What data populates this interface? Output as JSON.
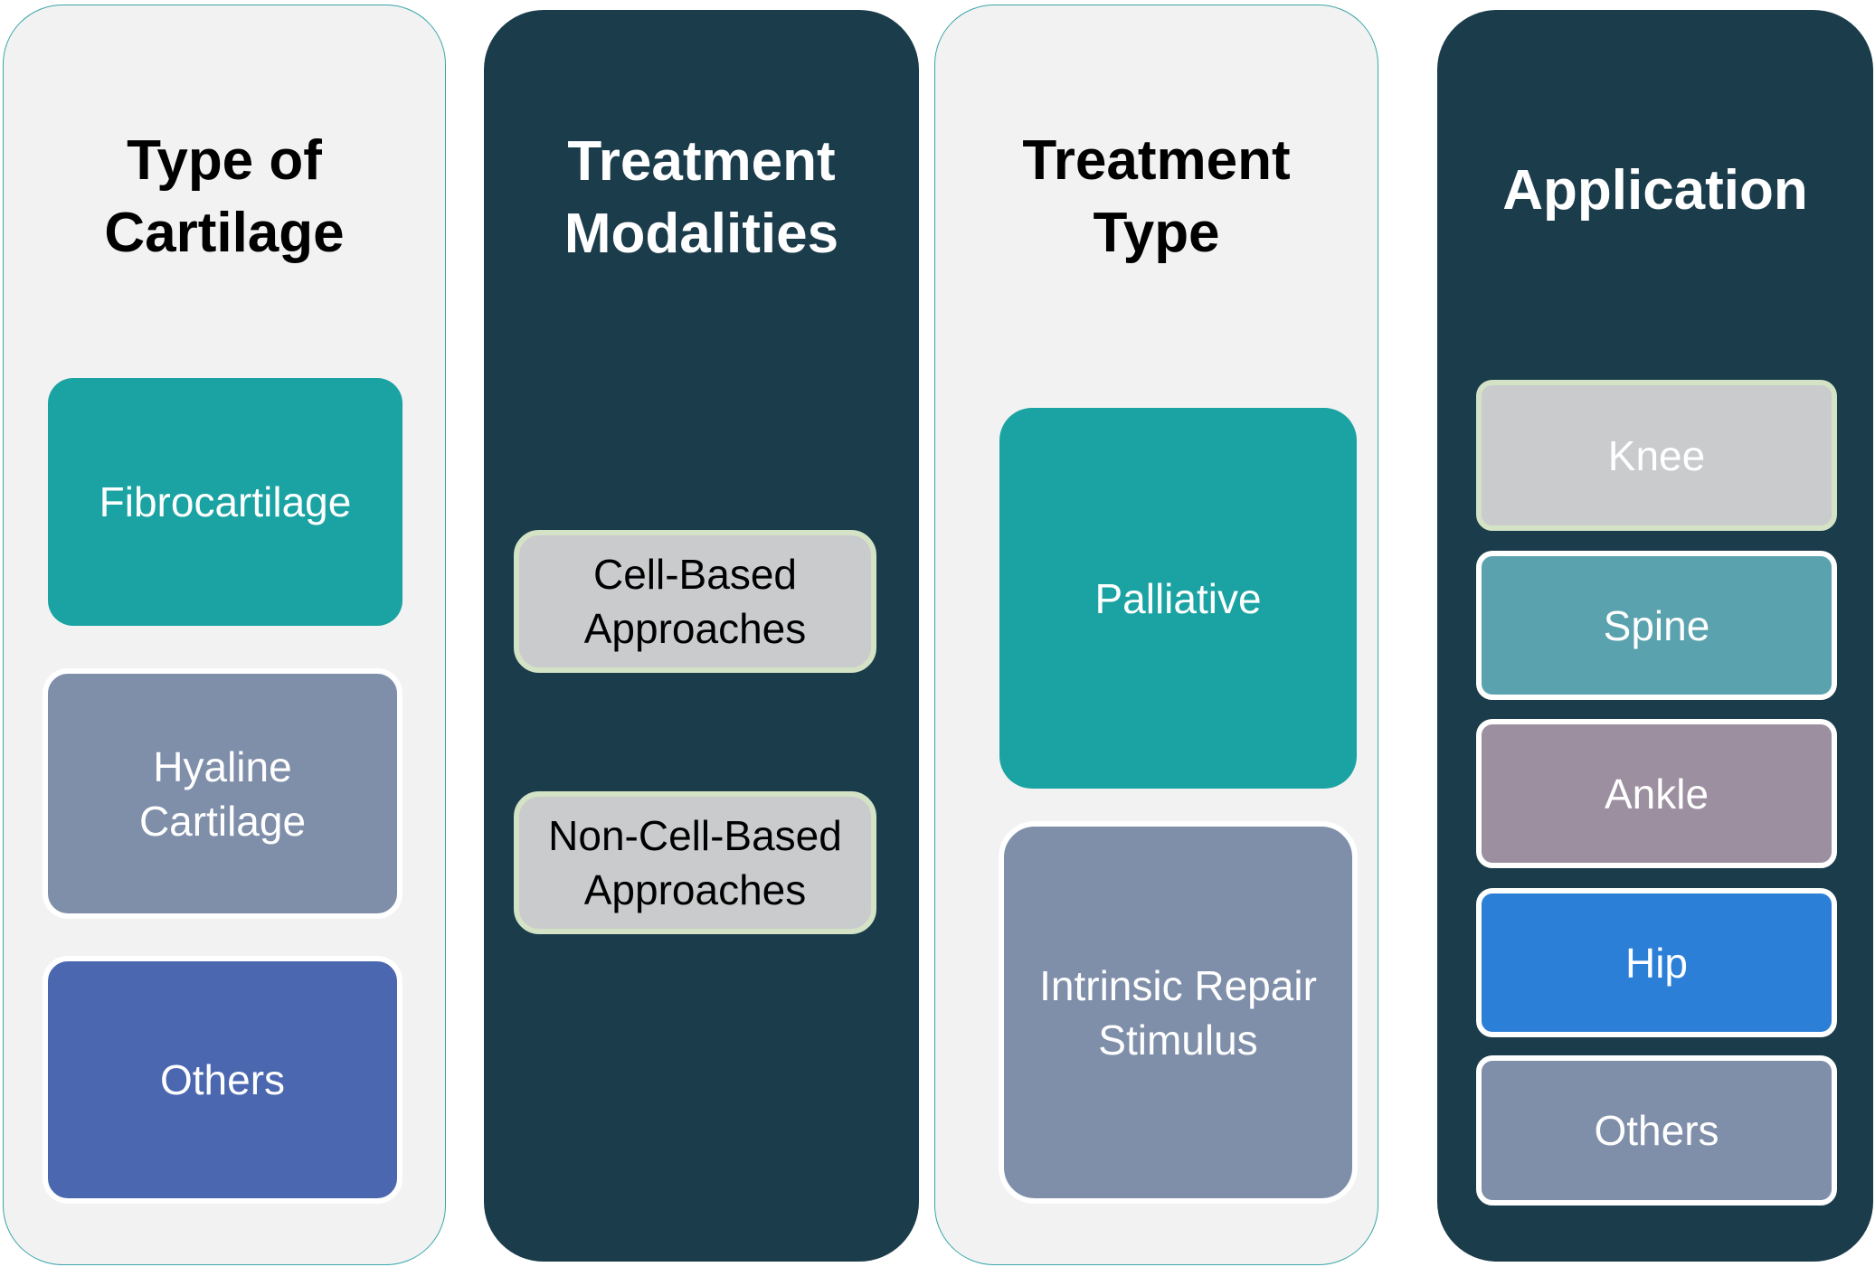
{
  "columns": [
    {
      "title_lines": [
        "Type of",
        "Cartilage"
      ],
      "items": [
        {
          "label": "Fibrocartilage",
          "color": "#1aa3a2"
        },
        {
          "label": "Hyaline Cartilage",
          "color": "#7f8fa9"
        },
        {
          "label": "Others",
          "color": "#4a67b0"
        }
      ]
    },
    {
      "title_lines": [
        "Treatment",
        "Modalities"
      ],
      "items": [
        {
          "label": "Cell-Based Approaches",
          "color": "#c9cbcc"
        },
        {
          "label": "Non-Cell-Based Approaches",
          "color": "#c9cbcc"
        }
      ]
    },
    {
      "title_lines": [
        "Treatment",
        "Type"
      ],
      "items": [
        {
          "label": "Palliative",
          "color": "#1aa3a2"
        },
        {
          "label": "Intrinsic Repair Stimulus",
          "color": "#7f8fa9"
        }
      ]
    },
    {
      "title_lines": [
        "Application"
      ],
      "items": [
        {
          "label": "Knee",
          "color": "#c9cbcc"
        },
        {
          "label": "Spine",
          "color": "#5aa3ae"
        },
        {
          "label": "Ankle",
          "color": "#9c8fa0"
        },
        {
          "label": "Hip",
          "color": "#2b7fd7"
        },
        {
          "label": "Others",
          "color": "#7f8fa9"
        }
      ]
    }
  ]
}
